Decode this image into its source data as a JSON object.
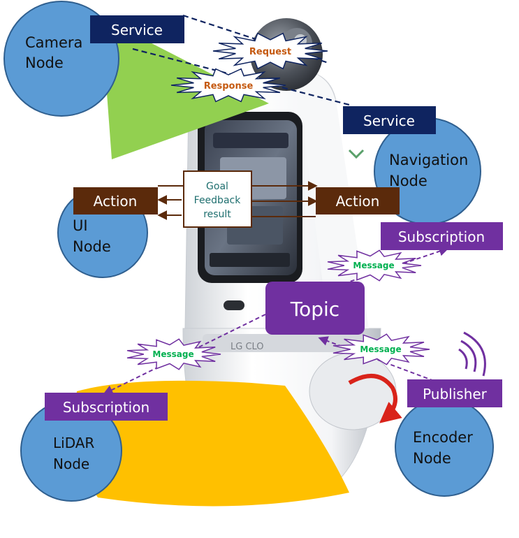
{
  "nodes": {
    "camera": [
      "Camera",
      "Node"
    ],
    "navigation": [
      "Navigation",
      "Node"
    ],
    "ui": [
      "UI",
      "Node"
    ],
    "lidar": [
      "LiDAR",
      "Node"
    ],
    "encoder": [
      "Encoder",
      "Node"
    ]
  },
  "tags": {
    "service_camera": "Service",
    "service_navigation": "Service",
    "action_left": "Action",
    "action_right": "Action",
    "subscription_top": "Subscription",
    "subscription_bottom": "Subscription",
    "publisher": "Publisher",
    "topic": "Topic"
  },
  "bursts": {
    "request": "Request",
    "response": "Response",
    "message_top": "Message",
    "message_left": "Message",
    "message_right": "Message"
  },
  "action_box": [
    "Goal",
    "Feedback",
    "result"
  ],
  "colors": {
    "node_blue": "#5b9bd5",
    "service_navy": "#0f2460",
    "action_brown": "#5b2a0b",
    "purple": "#7030a0",
    "lidar_yellow": "#ffc000",
    "camera_green": "#92d050",
    "request_orange": "#c55a11",
    "message_green": "#00b050",
    "action_text_teal": "#1f6f6f",
    "encoder_arrow_red": "#d9231a"
  }
}
